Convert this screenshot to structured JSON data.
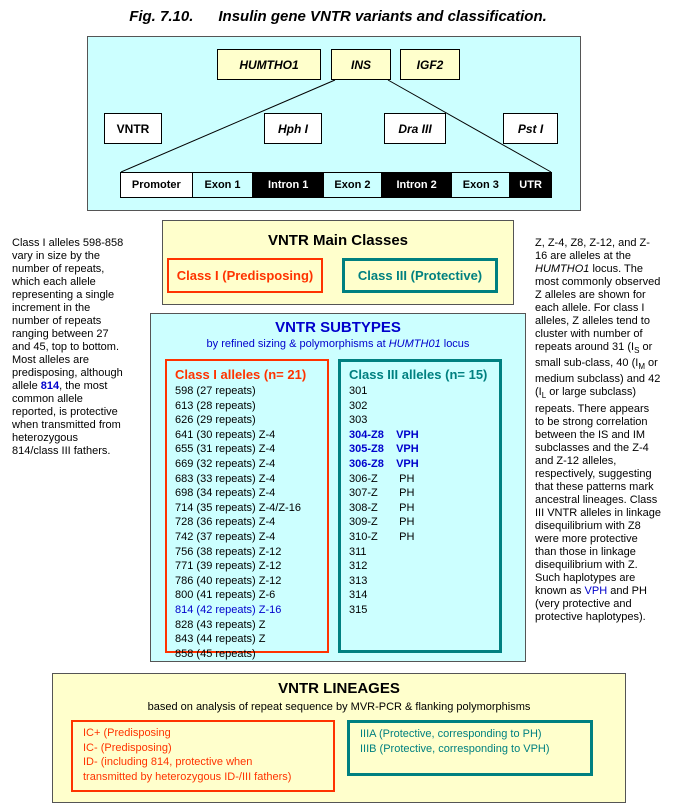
{
  "figure": {
    "title": "Fig. 7.10.      Insulin gene VNTR variants and classification."
  },
  "locus": {
    "genes": [
      "HUMTHO1",
      "INS",
      "IGF2"
    ],
    "elements": [
      "VNTR",
      "Hph I",
      "Dra III",
      "Pst I"
    ],
    "segments": [
      "Promoter",
      "Exon 1",
      "Intron 1",
      "Exon 2",
      "Intron 2",
      "Exon 3",
      "UTR"
    ]
  },
  "left_note": {
    "part1": "Class I alleles 598-858 vary in size by the number of repeats, which each allele representing a single increment in the number of repeats ranging between 27 and 45, top to bottom. Most alleles are predisposing, although allele ",
    "highlight": "814",
    "part2": ", the most common allele reported, is protective when transmitted from heterozygous 814/class III fathers."
  },
  "right_note": {
    "part1": "Z, Z-4, Z8, Z-12, and Z-16 are alleles at the ",
    "locus": "HUMTHO1",
    "part2": " locus. The most commonly observed Z alleles are shown for each allele. For class I alleles, Z alleles tend to cluster with number of repeats around 31 (I",
    "sub_s": "S",
    "part3": " or small sub-class, 40 (I",
    "sub_m": "M",
    "part4": " or medium subclass) and 42 (I",
    "sub_l": "L",
    "part5": " or large subclass) repeats.  There appears to be strong correlation between the IS and IM subclasses and the Z-4 and Z-12 alleles, respectively, suggesting that these patterns mark ancestral lineages. Class III VNTR alleles in linkage disequilibrium with Z8 were more protective than those in linkage disequilibrium with Z. Such haplotypes are known as ",
    "vph": "VPH",
    "part6": " and PH (very protective and protective haplotypes)."
  },
  "main_classes": {
    "title": "VNTR Main Classes",
    "class1": "Class I (Predisposing)",
    "class3": "Class III (Protective)"
  },
  "subtypes": {
    "title": "VNTR SUBTYPES",
    "subtitle_pre": "by refined sizing & polymorphisms at ",
    "subtitle_locus": "HUMTH01",
    "subtitle_post": " locus",
    "class1_title": "Class I alleles (n= 21)",
    "class1_rows": [
      "598 (27 repeats)",
      "613 (28 repeats)",
      "626 (29 repeats)",
      "641 (30 repeats) Z-4",
      "655 (31 repeats) Z-4",
      "669 (32 repeats) Z-4",
      "683 (33 repeats) Z-4",
      "698 (34 repeats) Z-4",
      "714 (35 repeats) Z-4/Z-16",
      "728 (36 repeats) Z-4",
      "742 (37 repeats) Z-4",
      "756 (38 repeats) Z-12",
      "771 (39 repeats) Z-12",
      "786 (40 repeats) Z-12",
      "800 (41 repeats) Z-6",
      "814 (42 repeats) Z-16",
      "828 (43 repeats) Z",
      "843 (44 repeats) Z",
      "858 (45 repeats)"
    ],
    "class3_title": "Class III alleles (n= 15)",
    "class3_rows": [
      "301",
      "302",
      "303",
      "304-Z8    VPH",
      "305-Z8    VPH",
      "306-Z8    VPH",
      "306-Z       PH",
      "307-Z       PH",
      "308-Z       PH",
      "309-Z       PH",
      "310-Z       PH",
      "311",
      "312",
      "313",
      "314",
      "315"
    ]
  },
  "lineages": {
    "title": "VNTR LINEAGES",
    "subtitle": "based on analysis of repeat sequence by MVR-PCR & flanking polymorphisms",
    "left": [
      "IC+ (Predisposing",
      "IC- (Predisposing)",
      "ID- (including 814, protective when",
      "transmitted by heterozygous ID-/III fathers)"
    ],
    "right": [
      "IIIA  (Protective, corresponding to PH)",
      "IIIB  (Protective, corresponding to VPH)"
    ]
  },
  "colors": {
    "panel_cyan": "#ccffff",
    "panel_yellow": "#ffffcc",
    "class1_red": "#ff3300",
    "class3_teal": "#008080",
    "accent_blue": "#0000cc",
    "intron_black": "#000000"
  }
}
